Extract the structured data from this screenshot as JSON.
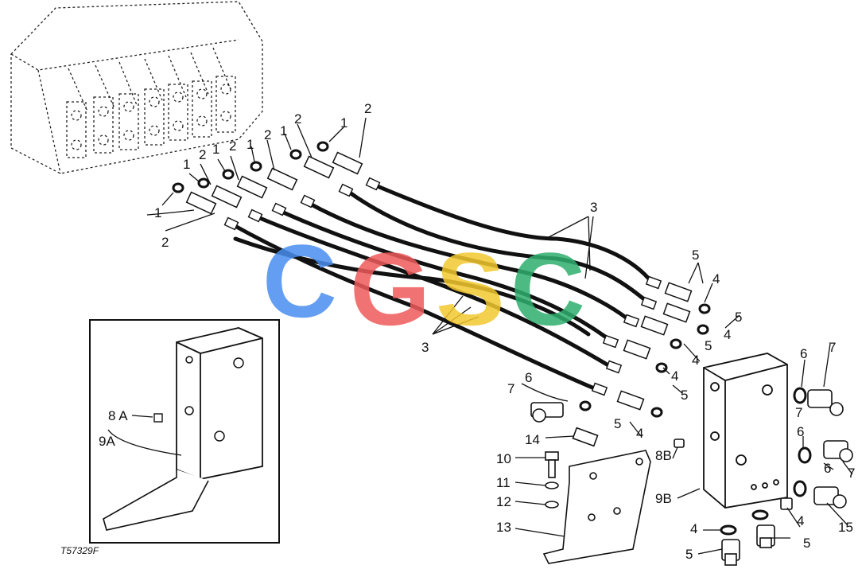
{
  "figure_code": "T57329F",
  "watermark": {
    "letters": [
      "C",
      "G",
      "S",
      "C"
    ],
    "colors": [
      "#4a8ef0",
      "#ef5a5a",
      "#f2c82e",
      "#2fae6e"
    ]
  },
  "callouts": {
    "c1": "1",
    "c2": "2",
    "c3": "3",
    "c4": "4",
    "c5": "5",
    "c6": "6",
    "c7": "7",
    "c8a": "8 A",
    "c8b": "8B",
    "c9a": "9A",
    "c9b": "9B",
    "c10": "10",
    "c11": "11",
    "c12": "12",
    "c13": "13",
    "c14": "14",
    "c15": "15"
  }
}
